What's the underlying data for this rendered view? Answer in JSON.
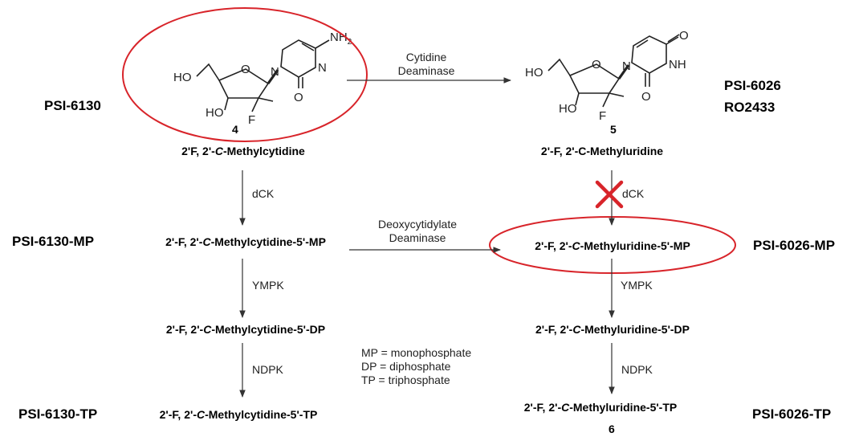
{
  "labels": {
    "psi6130": "PSI-6130",
    "psi6026": "PSI-6026",
    "ro2433": "RO2433",
    "psi6130_mp": "PSI-6130-MP",
    "psi6026_mp": "PSI-6026-MP",
    "psi6130_tp": "PSI-6130-TP",
    "psi6026_tp": "PSI-6026-TP"
  },
  "compounds": {
    "cyt_name_prefix": "2'F, 2'-",
    "cyt_name_suffix": "-Methylcytidine",
    "uri_name_prefix": "2'-F, 2'-",
    "uri_name_suffix": "-Methyluridine",
    "cyt_mp_prefix": "2'-F, 2'-",
    "cyt_mp_suffix": "-Methylcytidine-5'-MP",
    "uri_mp_prefix": "2'-F, 2'-",
    "uri_mp_suffix": "-Methyluridine-5'-MP",
    "cyt_dp_prefix": "2'-F, 2'-",
    "cyt_dp_suffix": "-Methylcytidine-5'-DP",
    "uri_dp_prefix": "2'-F, 2'-",
    "uri_dp_suffix": "-Methyluridine-5'-DP",
    "cyt_tp_prefix": "2'-F, 2'-",
    "cyt_tp_suffix": "-Methylcytidine-5'-TP",
    "uri_tp_prefix": "2'-F, 2'-",
    "uri_tp_suffix": "-Methyluridine-5'-TP",
    "italic_c": "C",
    "num_4": "4",
    "num_5": "5",
    "num_6": "6"
  },
  "enzymes": {
    "cytidine": "Cytidine",
    "deaminase1": "Deaminase",
    "deoxycytidylate": "Deoxycytidylate",
    "deaminase2": "Deaminase",
    "dck_left": "dCK",
    "dck_right": "dCK",
    "ympk_left": "YMPK",
    "ympk_right": "YMPK",
    "ndpk_left": "NDPK",
    "ndpk_right": "NDPK"
  },
  "atoms": {
    "ho": "HO",
    "o": "O",
    "n": "N",
    "nh2": "NH",
    "sub2": "2",
    "nh": "NH",
    "f": "F"
  },
  "legend": {
    "mp": "MP = monophosphate",
    "dp": "DP = diphosphate",
    "tp": "TP = triphosphate"
  },
  "colors": {
    "highlight": "#d8242a",
    "text": "#000000",
    "line": "#333333"
  }
}
